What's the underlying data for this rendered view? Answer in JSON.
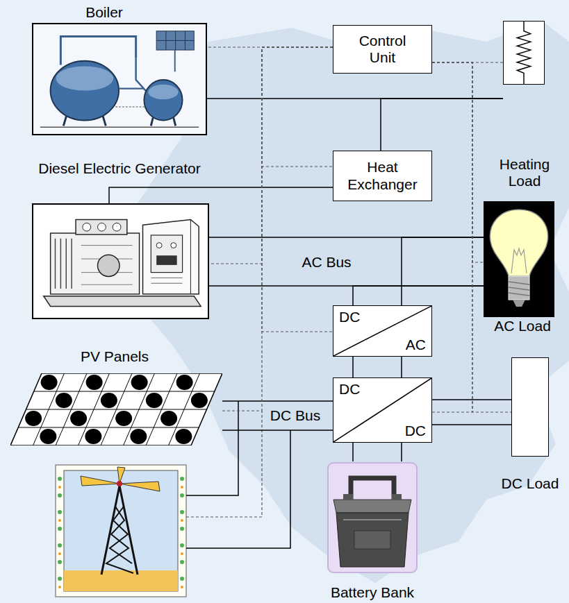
{
  "diagram": {
    "nodes": [
      {
        "text": [
          "Boiler"
        ]
      },
      {
        "text": [
          "Control Unit"
        ]
      },
      {
        "text": [
          "Heating Load"
        ]
      },
      {
        "text": [
          "Heat Exchanger"
        ]
      },
      {
        "text": [
          "Diesel Electric Generator"
        ]
      },
      {
        "text": [
          "AC Load"
        ]
      },
      {
        "text": [
          "DC",
          "AC"
        ]
      },
      {
        "text": [
          "PV Panels"
        ]
      },
      {
        "text": [
          "DC",
          "DC"
        ]
      },
      {
        "text": [
          "DC Load"
        ]
      },
      {
        "text": [
          "Battery Bank"
        ]
      }
    ],
    "edges": [
      {
        "from": 0,
        "to": 2,
        "arrow": "none"
      },
      {
        "from": 3,
        "to": 2,
        "arrow": "none"
      },
      {
        "from": 4,
        "to": 3,
        "arrow": "none"
      },
      {
        "from": 4,
        "to": 5,
        "arrow": "none"
      },
      {
        "from": 4,
        "to": 5,
        "arrow": "none"
      },
      {
        "from": 6,
        "to": 5,
        "arrow": "none"
      },
      {
        "from": 6,
        "to": 5,
        "arrow": "none"
      },
      {
        "from": 6,
        "to": 8,
        "arrow": "none"
      },
      {
        "from": 6,
        "to": 8,
        "arrow": "none"
      },
      {
        "from": 7,
        "to": 8,
        "arrow": "none"
      },
      {
        "from": 7,
        "to": 8,
        "arrow": "none"
      },
      {
        "from": 8,
        "to": 9,
        "arrow": "none"
      },
      {
        "from": 8,
        "to": 9,
        "arrow": "none"
      },
      {
        "from": 8,
        "to": 10,
        "arrow": "none"
      },
      {
        "from": 8,
        "to": 10,
        "arrow": "none"
      },
      {
        "from": 1,
        "to": 0,
        "arrow": "none"
      },
      {
        "from": 1,
        "to": 2,
        "arrow": "none"
      },
      {
        "from": 1,
        "to": 3,
        "arrow": "none"
      },
      {
        "from": 1,
        "to": 4,
        "arrow": "none"
      },
      {
        "from": 1,
        "to": 6,
        "arrow": "none"
      },
      {
        "from": 1,
        "to": 7,
        "arrow": "none"
      },
      {
        "from": 1,
        "to": 5,
        "arrow": "none"
      },
      {
        "from": 1,
        "to": 9,
        "arrow": "none"
      },
      {
        "from": 1,
        "to": 8,
        "arrow": "none"
      }
    ],
    "labels": [
      "AC Bus",
      "DC Bus"
    ]
  }
}
